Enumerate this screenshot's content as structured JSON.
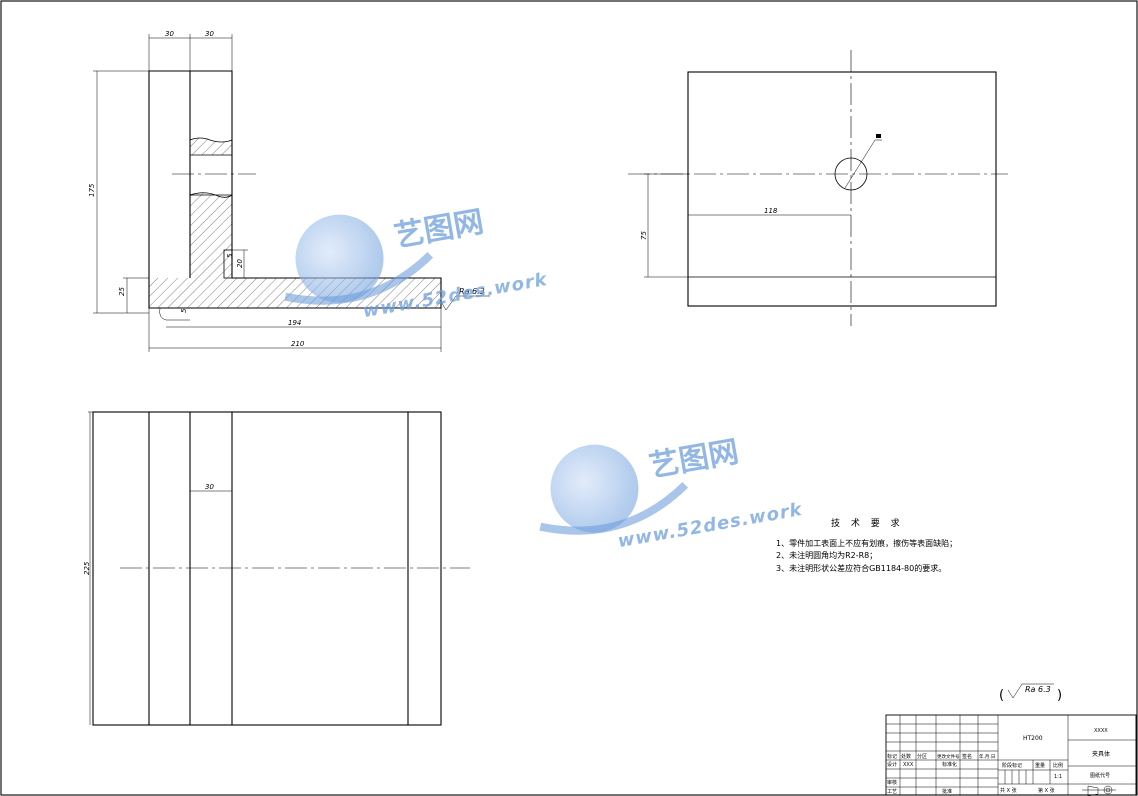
{
  "drawing": {
    "front_view_dims": {
      "top_left": "30",
      "top_right": "30",
      "height_total": "175",
      "base_height": "25",
      "slot_w": "5",
      "slot_h": "20",
      "bottom_offset": "5",
      "inner_length": "194",
      "total_length": "210"
    },
    "top_view_dims": {
      "offset_x": "118",
      "offset_y": "75"
    },
    "side_view_dims": {
      "height": "225",
      "width": "30"
    },
    "surface_roughness": "Ra 6.3",
    "general_roughness": "Ra 6.3"
  },
  "requirements": {
    "title": "技 术 要 求",
    "items": [
      "1、零件加工表面上不应有划痕，擦伤等表面缺陷；",
      "2、未注明圆角均为R2-R8；",
      "3、未注明形状公差应符合GB1184-80的要求。"
    ]
  },
  "title_block": {
    "material": "HT200",
    "part_name_top": "XXXX",
    "part_name": "夹具体",
    "drawing_no": "图纸代号",
    "scale": "1:1",
    "scale_label": "比例",
    "weight_label": "重量",
    "stage_label": "阶段标记",
    "sheet_total": "共 X 张",
    "sheet_no": "第 X 张",
    "row_labels": [
      "标记",
      "处数",
      "分区",
      "更改文件号",
      "签名",
      "年.月.日"
    ],
    "designer_label": "设计",
    "designer": "XXX",
    "std_label": "标准化",
    "check_label": "审核",
    "process_label": "工艺",
    "approve_label": "批准"
  },
  "watermark": {
    "brand": "艺图网",
    "url": "www.52des.work"
  }
}
